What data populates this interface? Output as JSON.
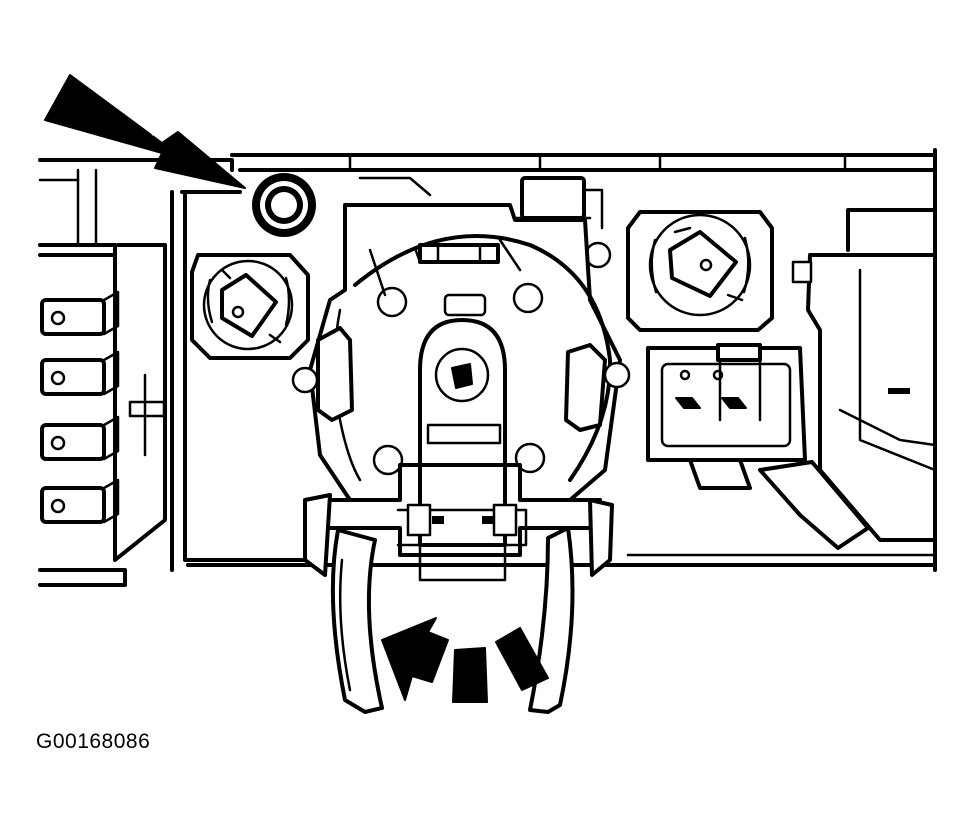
{
  "figure": {
    "id_label": "G00168086"
  },
  "colors": {
    "ink": "#000000",
    "paper": "#ffffff"
  },
  "arrows": [
    {
      "name": "pointer-arrow-top-left",
      "points_to": "mounting-nut"
    },
    {
      "name": "motion-arrows-bottom",
      "count": 3,
      "meaning": "pull-down"
    }
  ]
}
